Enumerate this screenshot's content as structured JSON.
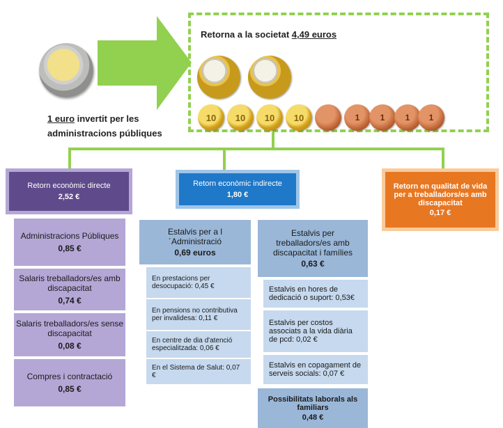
{
  "top": {
    "invested_amount": "1 euro",
    "invested_rest": " invertit per les",
    "invested_line2": "administracions públiques",
    "return_prefix": "Retorna a la societat ",
    "return_amount": "4,49 euros",
    "coins": {
      "two_euro_count": 2,
      "ten_cent_labels": [
        "10",
        "10",
        "10",
        "10"
      ],
      "copper_labels": [
        "",
        "1",
        "1",
        "1",
        "1"
      ]
    }
  },
  "direct": {
    "title": "Retorn econòmic directe",
    "value": "2,52 €",
    "items": [
      {
        "label": "Administracions Públiques",
        "value": "0,85 €"
      },
      {
        "label": "Salaris treballadors/es amb discapacitat",
        "value": "0,74 €"
      },
      {
        "label": "Salaris treballadors/es sense discapacitat",
        "value": "0,08 €"
      },
      {
        "label": "Compres i contractació",
        "value": "0,85 €"
      }
    ]
  },
  "indirect": {
    "title": "Retorn econòmic indirecte",
    "value": "1,80 €",
    "admin": {
      "label": "Estalvis per a l´Administració",
      "value": "0,69 euros",
      "items": [
        "En prestacions per desocupació: 0,45 €",
        "En pensions no contributiva per invalidesa: 0,11 €",
        "En centre de dia d'atenció especialitzada: 0,06 €",
        "En el Sistema de Salut: 0,07 €"
      ]
    },
    "families": {
      "label": "Estalvis per treballadors/es amb discapacitat i famílies",
      "value": "0,63 €",
      "items": [
        "Estalvis en hores de dedicació o suport: 0,53€",
        "Estalvis per costos associats a la vida diària de pcd: 0,02 €",
        "Estalvis en copagament de serveis socials: 0,07 €"
      ],
      "extra": {
        "label": "Possibilitats laborals als familiars",
        "value": "0,48 €"
      }
    }
  },
  "quality": {
    "title": "Retorn en qualitat de vida per a treballadors/es amb discapacitat",
    "value": "0,17 €"
  },
  "colors": {
    "green": "#92d050",
    "purple": "#5f4b8b",
    "blue": "#1f78c8",
    "orange": "#e87722"
  }
}
